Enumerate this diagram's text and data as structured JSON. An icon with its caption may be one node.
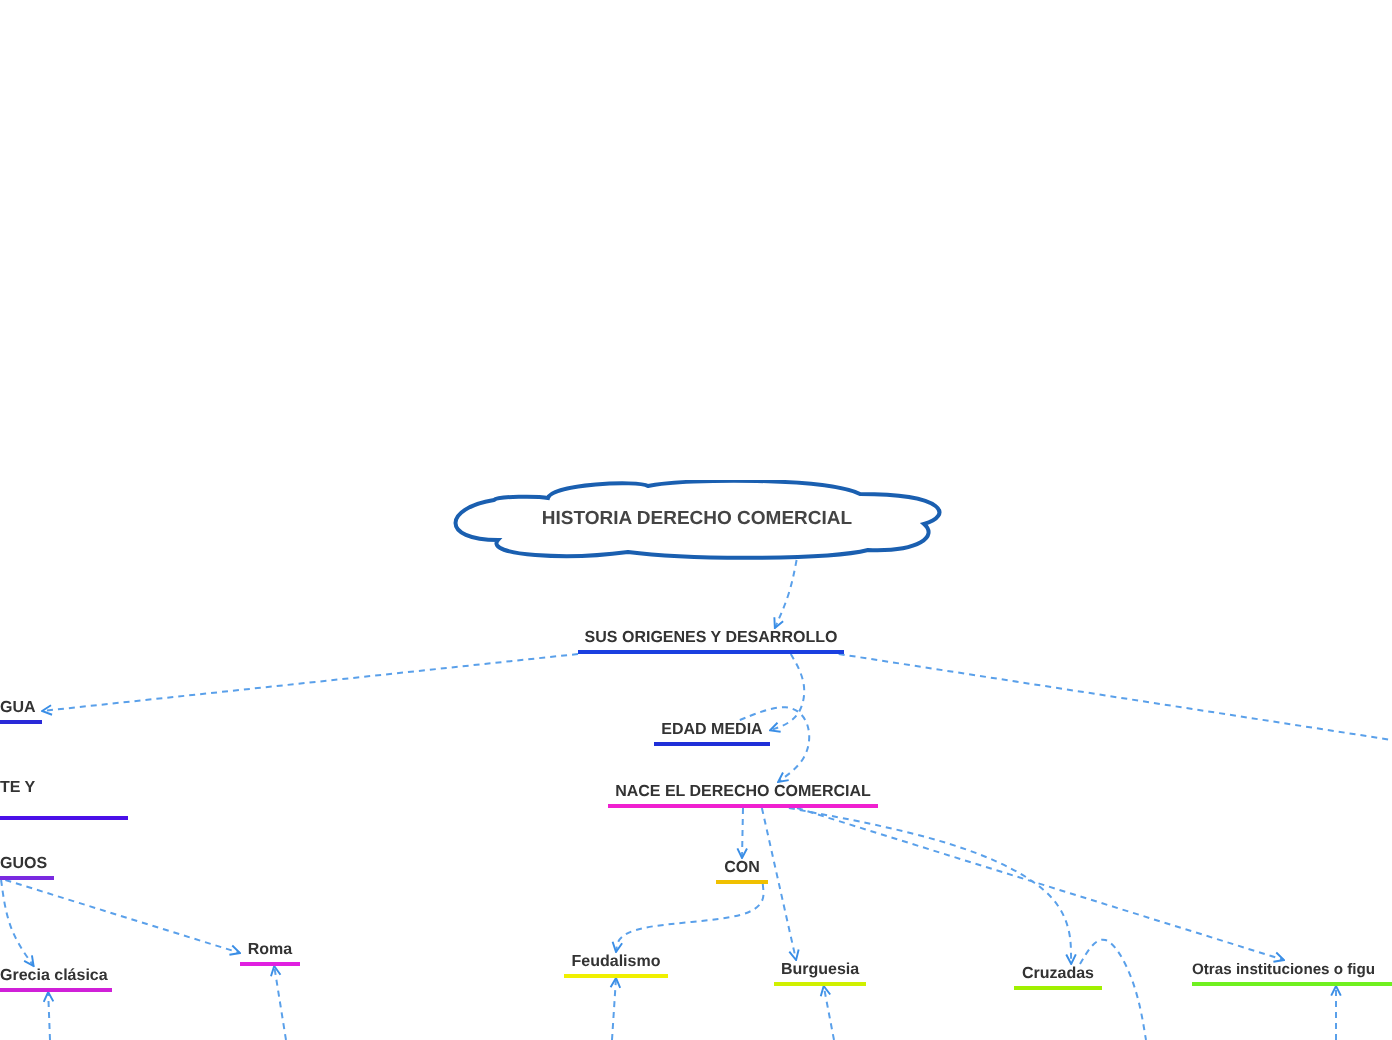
{
  "diagram": {
    "nodes": [
      {
        "text": [
          "HISTORIA DERECHO COMERCIAL"
        ]
      },
      {
        "text": [
          "SUS ORIGENES Y DESARROLLO"
        ]
      },
      {
        "text": [
          "GUA"
        ]
      },
      {
        "text": [
          "TE Y"
        ]
      },
      {
        "text": [
          "GUOS"
        ]
      },
      {
        "text": [
          "Grecia clásica"
        ]
      },
      {
        "text": [
          "Roma"
        ]
      },
      {
        "text": [
          "EDAD MEDIA"
        ]
      },
      {
        "text": [
          "NACE EL DERECHO COMERCIAL"
        ]
      },
      {
        "text": [
          "CON"
        ]
      },
      {
        "text": [
          "Feudalismo"
        ]
      },
      {
        "text": [
          "Burguesia"
        ]
      },
      {
        "text": [
          "Cruzadas"
        ]
      },
      {
        "text": [
          "Otras instituciones o figu"
        ]
      }
    ],
    "edges": [
      {
        "from": 0,
        "to": 1,
        "arrow": "to"
      },
      {
        "from": 1,
        "to": 2,
        "arrow": "to"
      },
      {
        "from": 1,
        "to": null,
        "arrow": "none"
      },
      {
        "from": 1,
        "to": 7,
        "arrow": "to"
      },
      {
        "from": 7,
        "to": 8,
        "arrow": "to"
      },
      {
        "from": 8,
        "to": 9,
        "arrow": "to"
      },
      {
        "from": 9,
        "to": 10,
        "arrow": "to"
      },
      {
        "from": 8,
        "to": 11,
        "arrow": "to"
      },
      {
        "from": 8,
        "to": 12,
        "arrow": "to"
      },
      {
        "from": 8,
        "to": 13,
        "arrow": "to"
      },
      {
        "from": 4,
        "to": 6,
        "arrow": "to"
      },
      {
        "from": 4,
        "to": 5,
        "arrow": "to"
      },
      {
        "from": null,
        "to": 5,
        "arrow": "to"
      },
      {
        "from": null,
        "to": 6,
        "arrow": "to"
      },
      {
        "from": null,
        "to": 10,
        "arrow": "to"
      },
      {
        "from": null,
        "to": 11,
        "arrow": "to"
      },
      {
        "from": null,
        "to": 13,
        "arrow": "to"
      },
      {
        "from": 12,
        "to": null,
        "arrow": "none"
      }
    ]
  }
}
